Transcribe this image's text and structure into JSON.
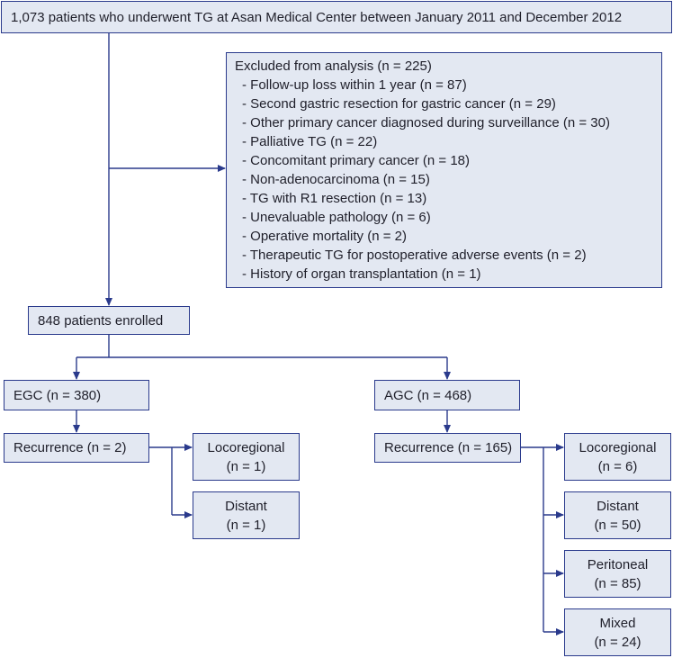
{
  "nodes": {
    "total": "1,073 patients who underwent TG at Asan Medical Center between January 2011 and December 2012",
    "excluded": {
      "title": "Excluded from analysis (n = 225)",
      "items": [
        "- Follow-up loss within  1 year (n = 87)",
        "- Second gastric resection for gastric cancer (n = 29)",
        "- Other primary cancer diagnosed during surveillance (n = 30)",
        "- Palliative TG (n = 22)",
        "- Concomitant primary cancer (n = 18)",
        "- Non-adenocarcinoma (n = 15)",
        "- TG with R1 resection (n = 13)",
        "- Unevaluable pathology (n = 6)",
        "- Operative mortality (n = 2)",
        "- Therapeutic TG for postoperative adverse events (n = 2)",
        "- History of organ transplantation (n = 1)"
      ]
    },
    "enrolled": "848 patients enrolled",
    "egc": "EGC (n = 380)",
    "agc": "AGC (n = 468)",
    "egc_recurrence": "Recurrence (n = 2)",
    "agc_recurrence": "Recurrence (n = 165)",
    "egc_locoregional": {
      "label": "Locoregional",
      "count": "(n = 1)"
    },
    "egc_distant": {
      "label": "Distant",
      "count": "(n = 1)"
    },
    "agc_locoregional": {
      "label": "Locoregional",
      "count": "(n = 6)"
    },
    "agc_distant": {
      "label": "Distant",
      "count": "(n = 50)"
    },
    "agc_peritoneal": {
      "label": "Peritoneal",
      "count": "(n = 85)"
    },
    "agc_mixed": {
      "label": "Mixed",
      "count": "(n = 24)"
    }
  },
  "colors": {
    "box_fill": "#e3e8f2",
    "border": "#2a3a8c",
    "line": "#2a3a8c",
    "text": "#1f1f2a"
  }
}
